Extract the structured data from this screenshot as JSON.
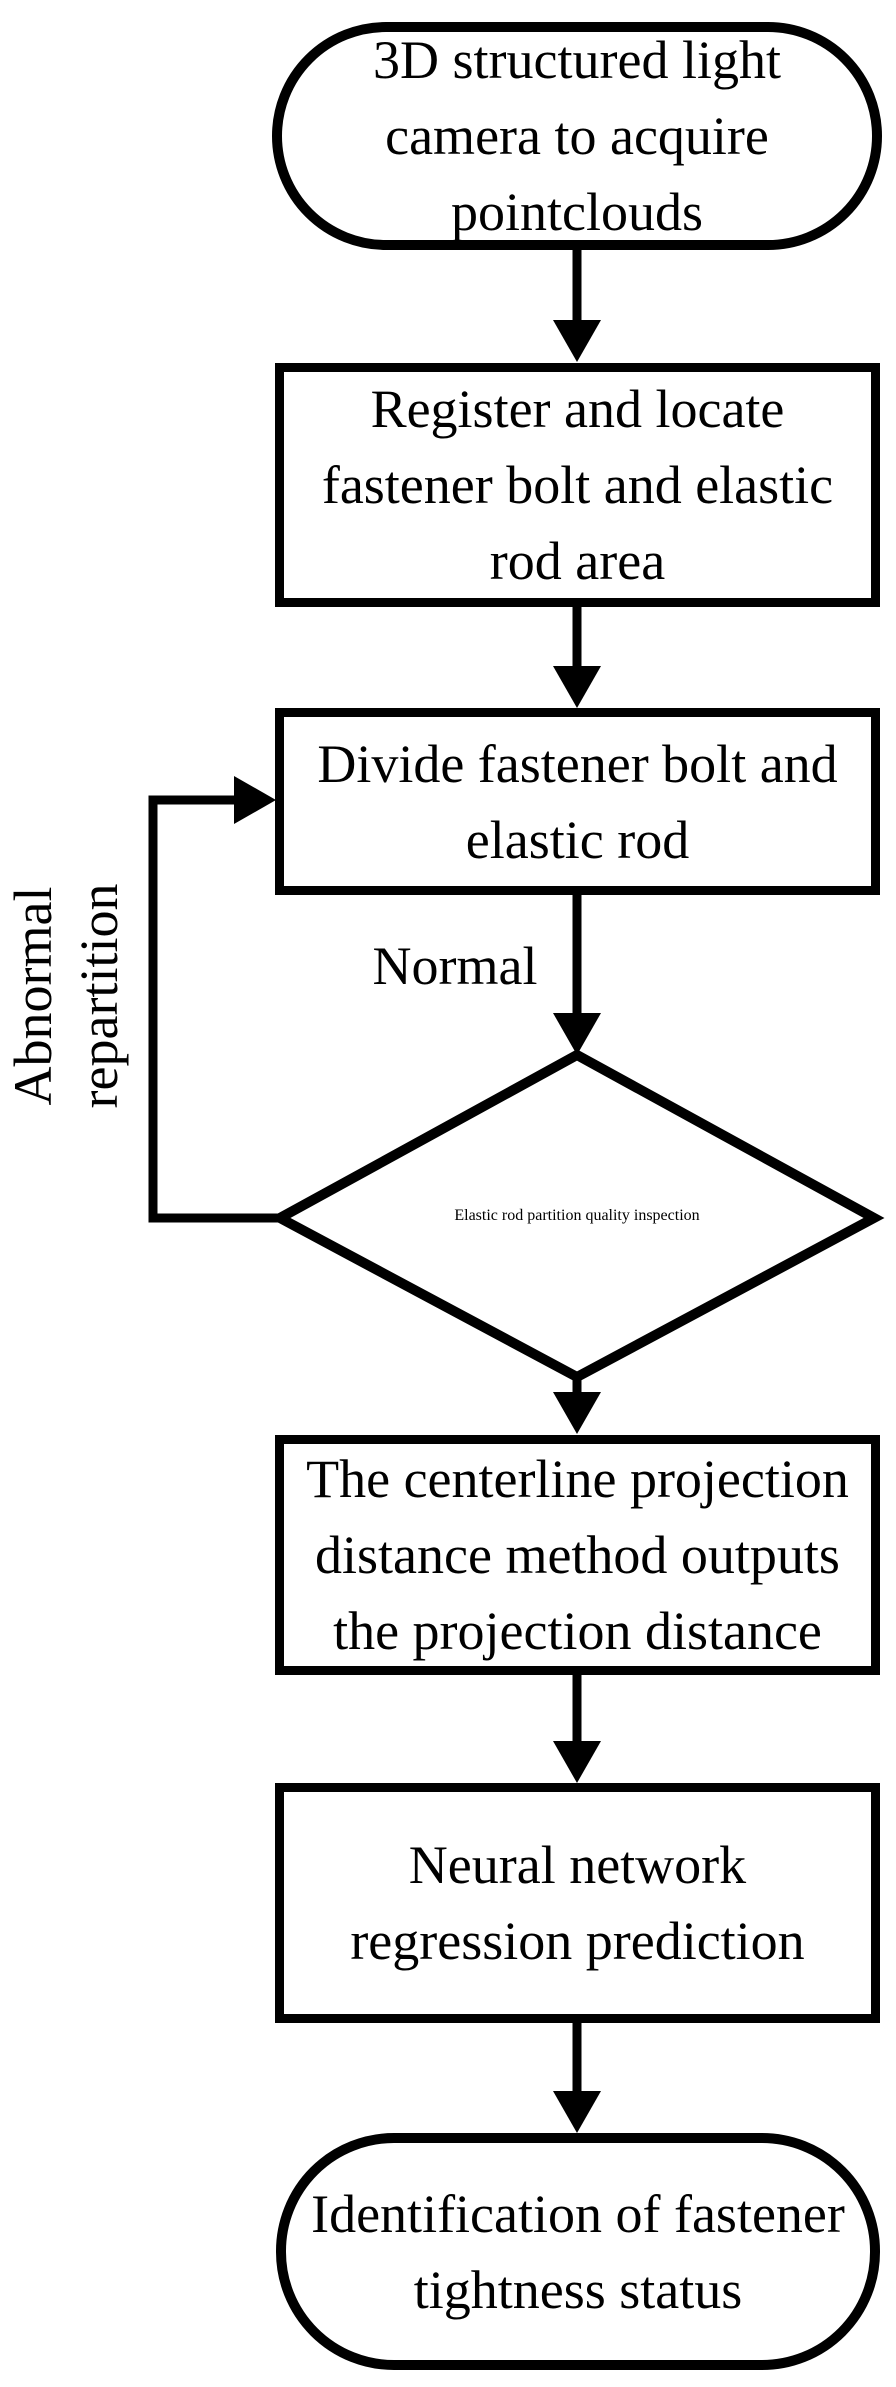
{
  "figure": {
    "type": "flowchart",
    "background_color": "#ffffff",
    "ink_color": "#000000",
    "nodes": {
      "start": {
        "shape": "terminator",
        "label": "3D structured light\ncamera to acquire\npointclouds"
      },
      "register": {
        "shape": "process",
        "label": "Register and locate\nfastener bolt and elastic\nrod area"
      },
      "divide": {
        "shape": "process",
        "label": "Divide fastener bolt and\nelastic rod"
      },
      "inspect": {
        "shape": "decision",
        "label": "Elastic rod partition\nquality inspection"
      },
      "centerline": {
        "shape": "process",
        "label": "The centerline projection\ndistance method outputs\nthe projection distance"
      },
      "neural": {
        "shape": "process",
        "label": "Neural network\nregression prediction"
      },
      "end": {
        "shape": "terminator",
        "label": "Identification of fastener\ntightness status"
      }
    },
    "edge_labels": {
      "normal": "Normal",
      "abnormal": "Abnormal\nrepartition"
    }
  }
}
